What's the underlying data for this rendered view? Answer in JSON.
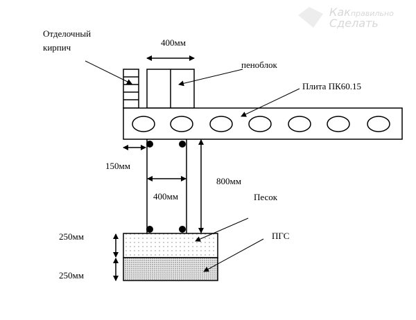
{
  "watermark": {
    "line1": "Как",
    "line1b": "правильно",
    "line2": "Сделать"
  },
  "labels": {
    "facing_brick_1": "Отделочный",
    "facing_brick_2": "кирпич",
    "block_width": "400мм",
    "foam_block": "пеноблок",
    "slab": "Плита ПК60.15",
    "overhang": "150мм",
    "foundation_width": "400мм",
    "foundation_height": "800мм",
    "sand": "Песок",
    "gravel": "ПГС",
    "sand_thickness": "250мм",
    "gravel_thickness": "250мм"
  }
}
